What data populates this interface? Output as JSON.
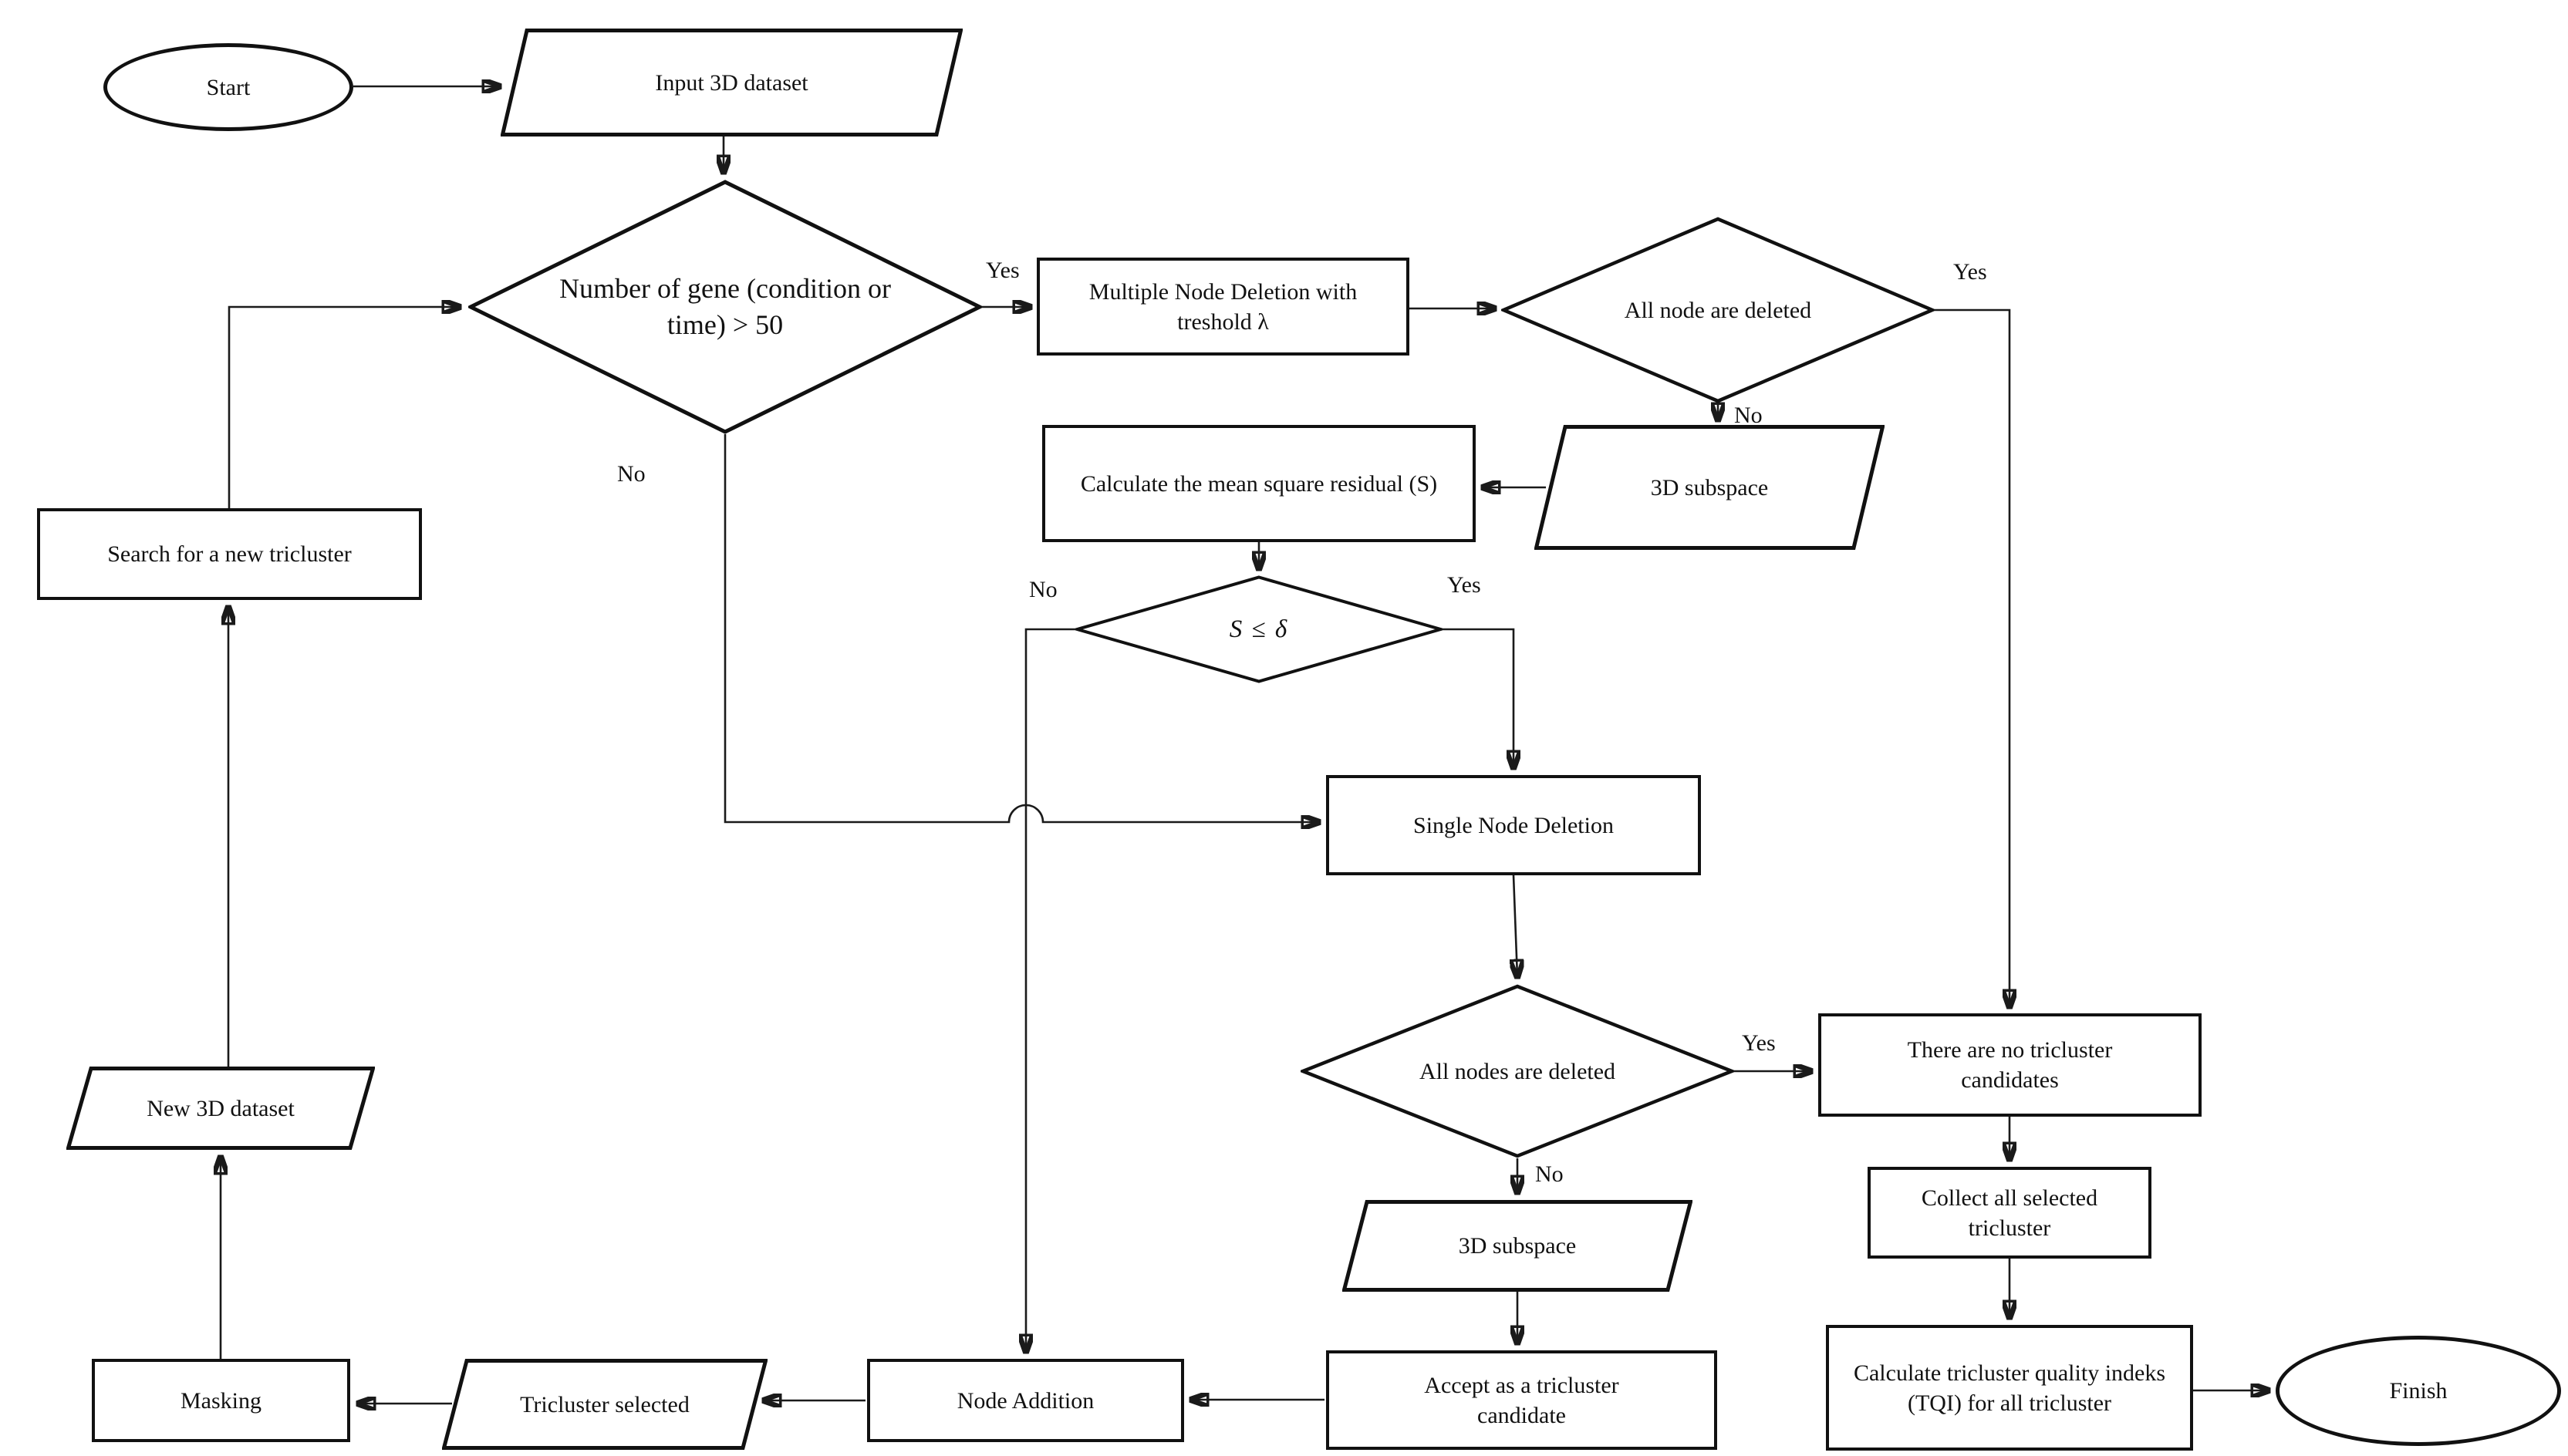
{
  "figure": {
    "type": "flowchart",
    "background": "#ffffff",
    "line_color": "#1a1a1a"
  },
  "nodes": {
    "start": {
      "label": "Start",
      "shape": "ellipse"
    },
    "input": {
      "label": "Input 3D dataset",
      "shape": "parallelogram"
    },
    "d1": {
      "label": "Number of gene (condition or time) > 50",
      "shape": "diamond"
    },
    "mnd": {
      "label": "Multiple Node Deletion with treshold λ",
      "shape": "rect"
    },
    "d2": {
      "label": "All node are deleted",
      "shape": "diamond"
    },
    "sub1": {
      "label": "3D subspace",
      "shape": "parallelogram"
    },
    "calc": {
      "label": "Calculate the mean square residual (S)",
      "shape": "rect"
    },
    "d3": {
      "label": "S ≤ δ",
      "shape": "diamond"
    },
    "snd": {
      "label": "Single Node Deletion",
      "shape": "rect"
    },
    "d4": {
      "label": "All nodes are deleted",
      "shape": "diamond"
    },
    "thereno": {
      "label": "There are no tricluster candidates",
      "shape": "rect"
    },
    "collect": {
      "label": "Collect all selected tricluster",
      "shape": "rect"
    },
    "tqi": {
      "label": "Calculate tricluster quality indeks (TQI) for all tricluster",
      "shape": "rect"
    },
    "finish": {
      "label": "Finish",
      "shape": "ellipse"
    },
    "sub2": {
      "label": "3D subspace",
      "shape": "parallelogram"
    },
    "accept": {
      "label": "Accept as a tricluster candidate",
      "shape": "rect"
    },
    "na": {
      "label": "Node Addition",
      "shape": "rect"
    },
    "ts": {
      "label": "Tricluster selected",
      "shape": "parallelogram"
    },
    "masking": {
      "label": "Masking",
      "shape": "rect"
    },
    "new3d": {
      "label": "New 3D dataset",
      "shape": "parallelogram"
    },
    "search": {
      "label": "Search for a new tricluster",
      "shape": "rect"
    }
  },
  "edge_labels": {
    "d1_yes": "Yes",
    "d1_no": "No",
    "d2_yes": "Yes",
    "d2_no": "No",
    "d3_yes": "Yes",
    "d3_no": "No",
    "d4_yes": "Yes",
    "d4_no": "No"
  }
}
